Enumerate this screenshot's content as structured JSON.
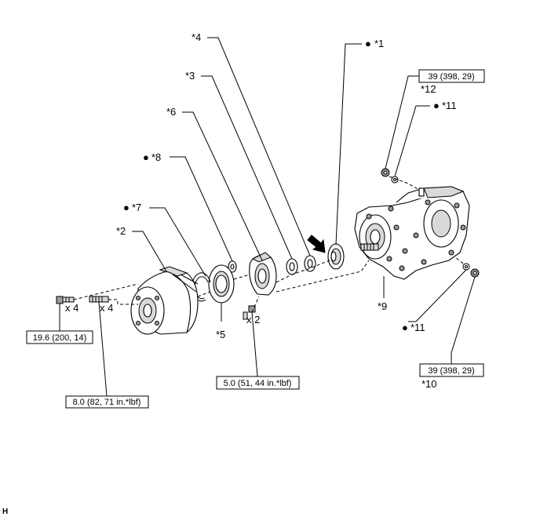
{
  "callouts": {
    "c1": {
      "bullet": "●",
      "label": "*1"
    },
    "c2": {
      "label": "*2"
    },
    "c3": {
      "label": "*3"
    },
    "c4": {
      "label": "*4"
    },
    "c5": {
      "label": "*5"
    },
    "c6": {
      "label": "*6"
    },
    "c7": {
      "bullet": "●",
      "label": "*7"
    },
    "c8": {
      "bullet": "●",
      "label": "*8"
    },
    "c9": {
      "label": "*9"
    },
    "c10": {
      "label": "*10"
    },
    "c11a": {
      "bullet": "●",
      "label": "*11"
    },
    "c11b": {
      "bullet": "●",
      "label": "*11"
    },
    "c12": {
      "label": "*12"
    }
  },
  "quantities": {
    "bolts_x4": "x 4",
    "studs_x4": "x 4",
    "bolts_x2": "x 2"
  },
  "torque_boxes": {
    "t_top_right": "39 (398, 29)",
    "t_bottom_right": "39 (398, 29)",
    "t_left": "19.6 (200, 14)",
    "t_stud": "8.0 (82, 71 in.*lbf)",
    "t_center": "5.0 (51, 44 in.*lbf)"
  },
  "corner_mark": "H"
}
